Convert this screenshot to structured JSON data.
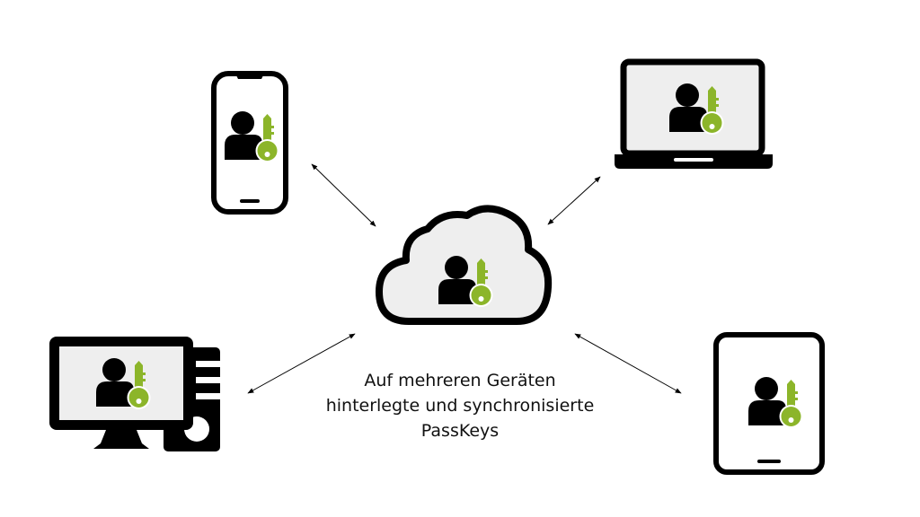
{
  "caption": {
    "line1": "Auf mehreren Geräten",
    "line2": "hinterlegte und synchronisierte",
    "line3": "PassKeys"
  },
  "colors": {
    "key": "#8cb52a",
    "outline": "#000000",
    "screen": "#eeeeee"
  },
  "icons": [
    "user-key-icon",
    "smartphone-icon",
    "laptop-icon",
    "cloud-icon",
    "desktop-computer-icon",
    "tablet-icon",
    "double-arrow-icon"
  ]
}
